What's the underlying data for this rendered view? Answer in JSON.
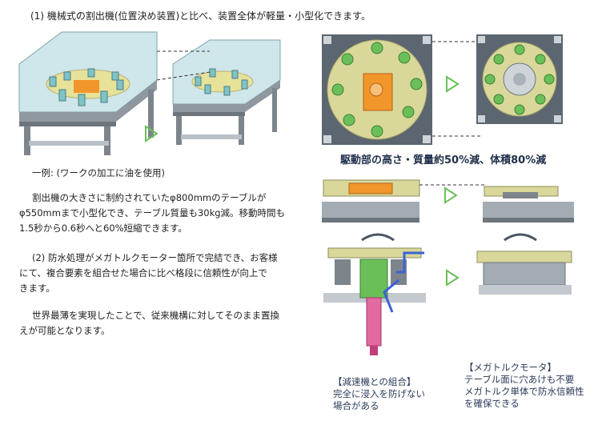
{
  "heading": "(1) 機械式の割出機(位置決め装置)と比べ、装置全体が軽量・小型化できます。",
  "example_label": "一例: (ワークの加工に油を使用)",
  "para1": [
    "割出機の大きさに制約されていたφ800mmのテーブルが",
    "φ550mmまで小型化でき、テーブル質量も30kg減。移動時間も",
    "1.5秒から0.6秒へと60%短縮できます。"
  ],
  "para2": [
    "(2) 防水処理がメガトルクモーター箇所で完結でき、お客様",
    "にて、複合要素を組合せた場合に比べ格段に信頼性が向上で",
    "きます。"
  ],
  "para3": [
    "世界最薄を実現したことで、従来機構に対してそのまま置換",
    "えが可能となります。"
  ],
  "drive_caption": "駆動部の高さ・質量約50%減、体積80%減",
  "note_left": [
    "【減速機との組合】",
    "完全に浸入を防げない",
    "場合がある"
  ],
  "note_right": [
    "【メガトルクモータ】",
    "テーブル面に穴あけも不要",
    "メガトルク単体で防水信頼性",
    "を確保できる"
  ],
  "colors": {
    "accent_green": "#6bbf59",
    "olive": "#d9d89a",
    "orange": "#f0962a",
    "dark_gray": "#5c6670",
    "base_gray": "#a3abb3"
  }
}
